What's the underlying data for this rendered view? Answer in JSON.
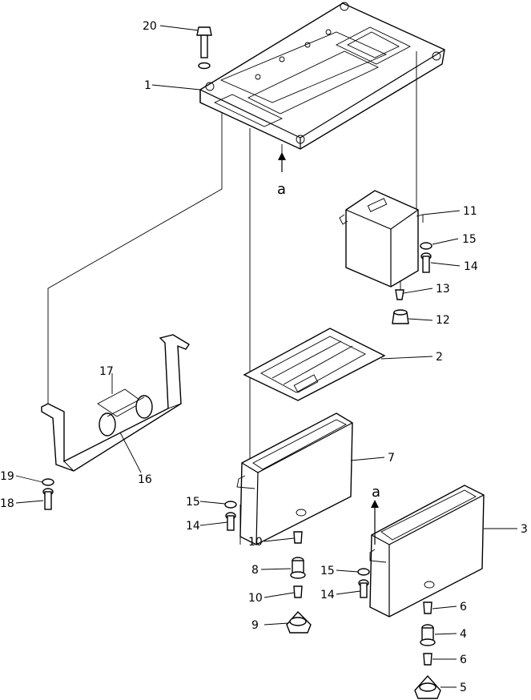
{
  "diagram": {
    "callouts": [
      {
        "id": "c20",
        "label": "20"
      },
      {
        "id": "c1",
        "label": "1"
      },
      {
        "id": "c11",
        "label": "11"
      },
      {
        "id": "c15a",
        "label": "15"
      },
      {
        "id": "c14a",
        "label": "14"
      },
      {
        "id": "c13",
        "label": "13"
      },
      {
        "id": "c12",
        "label": "12"
      },
      {
        "id": "c2",
        "label": "2"
      },
      {
        "id": "c17",
        "label": "17"
      },
      {
        "id": "c7",
        "label": "7"
      },
      {
        "id": "c19",
        "label": "19"
      },
      {
        "id": "c16",
        "label": "16"
      },
      {
        "id": "c18",
        "label": "18"
      },
      {
        "id": "c15b",
        "label": "15"
      },
      {
        "id": "c14b",
        "label": "14"
      },
      {
        "id": "c3",
        "label": "3"
      },
      {
        "id": "c10a",
        "label": "10"
      },
      {
        "id": "c8",
        "label": "8"
      },
      {
        "id": "c15c",
        "label": "15"
      },
      {
        "id": "c14c",
        "label": "14"
      },
      {
        "id": "c10b",
        "label": "10"
      },
      {
        "id": "c6a",
        "label": "6"
      },
      {
        "id": "c9",
        "label": "9"
      },
      {
        "id": "c4",
        "label": "4"
      },
      {
        "id": "c6b",
        "label": "6"
      },
      {
        "id": "c5",
        "label": "5"
      }
    ],
    "refs": [
      {
        "id": "ra1",
        "label": "a"
      },
      {
        "id": "ra2",
        "label": "a"
      }
    ]
  }
}
